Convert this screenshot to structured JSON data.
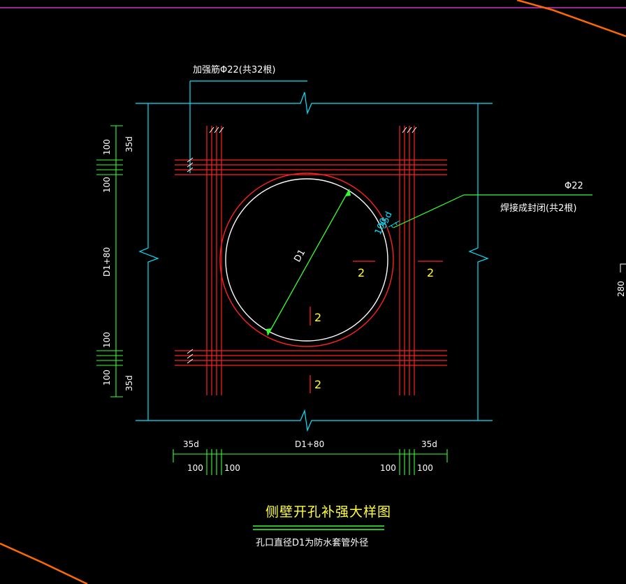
{
  "colors": {
    "background": "#000000",
    "rebar": "#ff2020",
    "dimension": "#00ff00",
    "outline": "#00e5ff",
    "text": "#ffffff",
    "marker": "#ffff33",
    "border": "#cc33cc",
    "accent": "#ff6a00"
  },
  "drawing": {
    "reinforcement_note": "加强筋Φ22(共32根)",
    "ring_bar_label": "Φ22",
    "ring_bar_note": "焊接成封闭(共2根)",
    "diameter_label": "D1",
    "clearance_label": "100",
    "anchorage_label": "35d",
    "section_marker": "2",
    "edge_fragment": "280"
  },
  "dimensions": {
    "bottom": {
      "left_anchor": "35d",
      "center_span": "D1+80",
      "right_anchor": "35d",
      "left_outer": "100",
      "left_inner": "100",
      "right_inner": "100",
      "right_outer": "100"
    },
    "left": {
      "top_outer": "100",
      "top_anchor": "35d",
      "top_inner": "100",
      "center_span": "D1+80",
      "bottom_inner": "100",
      "bottom_outer": "100",
      "bottom_anchor": "35d"
    }
  },
  "title": {
    "main": "侧壁开孔补强大样图",
    "note": "孔口直径D1为防水套管外径"
  }
}
